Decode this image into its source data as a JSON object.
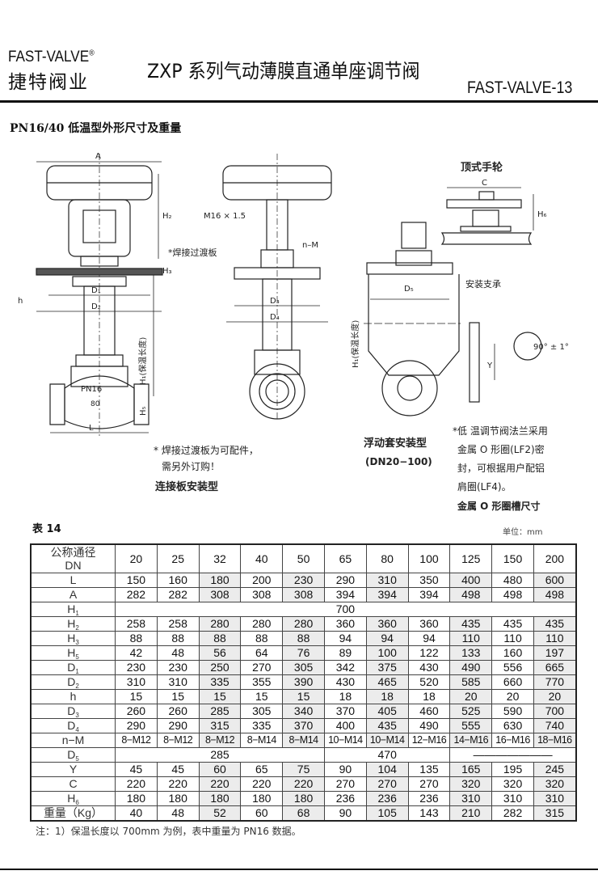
{
  "header": {
    "brand_en": "FAST-VALVE",
    "brand_mark": "®",
    "brand_cn": "捷特阀业",
    "title": "ZXP 系列气动薄膜直通单座调节阀",
    "page_code": "FAST-VALVE-13"
  },
  "section_title": "PN16/40 低温型外形尺寸及重量",
  "diagrams": {
    "plate": {
      "A": "A",
      "H2": "H₂",
      "H3": "H₃",
      "h": "h",
      "D1": "D₁",
      "D2": "D₂",
      "H1": "H₁(保温长度)",
      "H5": "H₅",
      "L": "L",
      "pn": "PN16",
      "dn": "80",
      "plate_label": "*焊接过渡板",
      "note1": "* 焊接过渡板为可配件，",
      "note2": "需另外订购！",
      "caption": "连接板安装型"
    },
    "float": {
      "thread": "M16 × 1.5",
      "nm": "n–M",
      "D3": "D₃",
      "D4": "D₄"
    },
    "jacket": {
      "D5": "D₅",
      "H1": "H₁(保温长度)",
      "support": "安装支承",
      "caption1": "浮动套安装型",
      "caption2": "(DN20−100)"
    },
    "handwheel": {
      "title": "顶式手轮",
      "C": "C",
      "H6": "H₆"
    },
    "groove": {
      "Y": "Y",
      "angle": "90° ± 1°",
      "note": [
        "*低 温调节阀法兰采用",
        "金属 O 形圈(LF2)密",
        "封，可根据用户配铝",
        "肩圈(LF4)。"
      ],
      "caption": "金属 O 形圈槽尺寸"
    }
  },
  "table": {
    "label": "表 14",
    "unit": "单位：mm",
    "header_label": [
      "公称通径",
      "DN"
    ],
    "dn": [
      "20",
      "25",
      "32",
      "40",
      "50",
      "65",
      "80",
      "100",
      "125",
      "150",
      "200"
    ],
    "rows": [
      {
        "name": "L",
        "sub": "",
        "values": [
          "150",
          "160",
          "180",
          "200",
          "230",
          "290",
          "310",
          "350",
          "400",
          "480",
          "600"
        ]
      },
      {
        "name": "A",
        "sub": "",
        "values": [
          "282",
          "282",
          "308",
          "308",
          "308",
          "394",
          "394",
          "394",
          "498",
          "498",
          "498"
        ]
      },
      {
        "name": "H",
        "sub": "1",
        "span": "700"
      },
      {
        "name": "H",
        "sub": "2",
        "values": [
          "258",
          "258",
          "280",
          "280",
          "280",
          "360",
          "360",
          "360",
          "435",
          "435",
          "435"
        ]
      },
      {
        "name": "H",
        "sub": "3",
        "values": [
          "88",
          "88",
          "88",
          "88",
          "88",
          "94",
          "94",
          "94",
          "110",
          "110",
          "110"
        ]
      },
      {
        "name": "H",
        "sub": "5",
        "values": [
          "42",
          "48",
          "56",
          "64",
          "76",
          "89",
          "100",
          "122",
          "133",
          "160",
          "197"
        ]
      },
      {
        "name": "D",
        "sub": "1",
        "values": [
          "230",
          "230",
          "250",
          "270",
          "305",
          "342",
          "375",
          "430",
          "490",
          "556",
          "665"
        ]
      },
      {
        "name": "D",
        "sub": "2",
        "values": [
          "310",
          "310",
          "335",
          "355",
          "390",
          "430",
          "465",
          "520",
          "585",
          "660",
          "770"
        ]
      },
      {
        "name": "h",
        "sub": "",
        "values": [
          "15",
          "15",
          "15",
          "15",
          "15",
          "18",
          "18",
          "18",
          "20",
          "20",
          "20"
        ]
      },
      {
        "name": "D",
        "sub": "3",
        "values": [
          "260",
          "260",
          "285",
          "305",
          "340",
          "370",
          "405",
          "460",
          "525",
          "590",
          "700"
        ]
      },
      {
        "name": "D",
        "sub": "4",
        "values": [
          "290",
          "290",
          "315",
          "335",
          "370",
          "400",
          "435",
          "490",
          "555",
          "630",
          "740"
        ]
      },
      {
        "name": "n−M",
        "sub": "",
        "values": [
          "8−M12",
          "8−M12",
          "8−M12",
          "8−M14",
          "8−M14",
          "10−M14",
          "10−M14",
          "12−M16",
          "14−M16",
          "16−M16",
          "18−M16"
        ]
      },
      {
        "name": "D",
        "sub": "5",
        "groups": [
          {
            "text": "285",
            "span": 5
          },
          {
            "text": "470",
            "span": 3
          },
          {
            "text": "———————",
            "span": 3
          }
        ]
      },
      {
        "name": "Y",
        "sub": "",
        "values": [
          "45",
          "45",
          "60",
          "65",
          "75",
          "90",
          "104",
          "135",
          "165",
          "195",
          "245"
        ]
      },
      {
        "name": "C",
        "sub": "",
        "values": [
          "220",
          "220",
          "220",
          "220",
          "220",
          "270",
          "270",
          "270",
          "320",
          "320",
          "320"
        ]
      },
      {
        "name": "H",
        "sub": "6",
        "values": [
          "180",
          "180",
          "180",
          "180",
          "180",
          "236",
          "236",
          "236",
          "310",
          "310",
          "310"
        ]
      },
      {
        "name": "重量（Kg）",
        "sub": "",
        "values": [
          "40",
          "48",
          "52",
          "60",
          "68",
          "90",
          "105",
          "143",
          "210",
          "282",
          "315"
        ]
      }
    ],
    "shaded_columns": [
      2,
      4,
      6,
      8,
      10
    ]
  },
  "note": "注：1）保温长度以 700mm 为例，表中重量为 PN16 数据。"
}
